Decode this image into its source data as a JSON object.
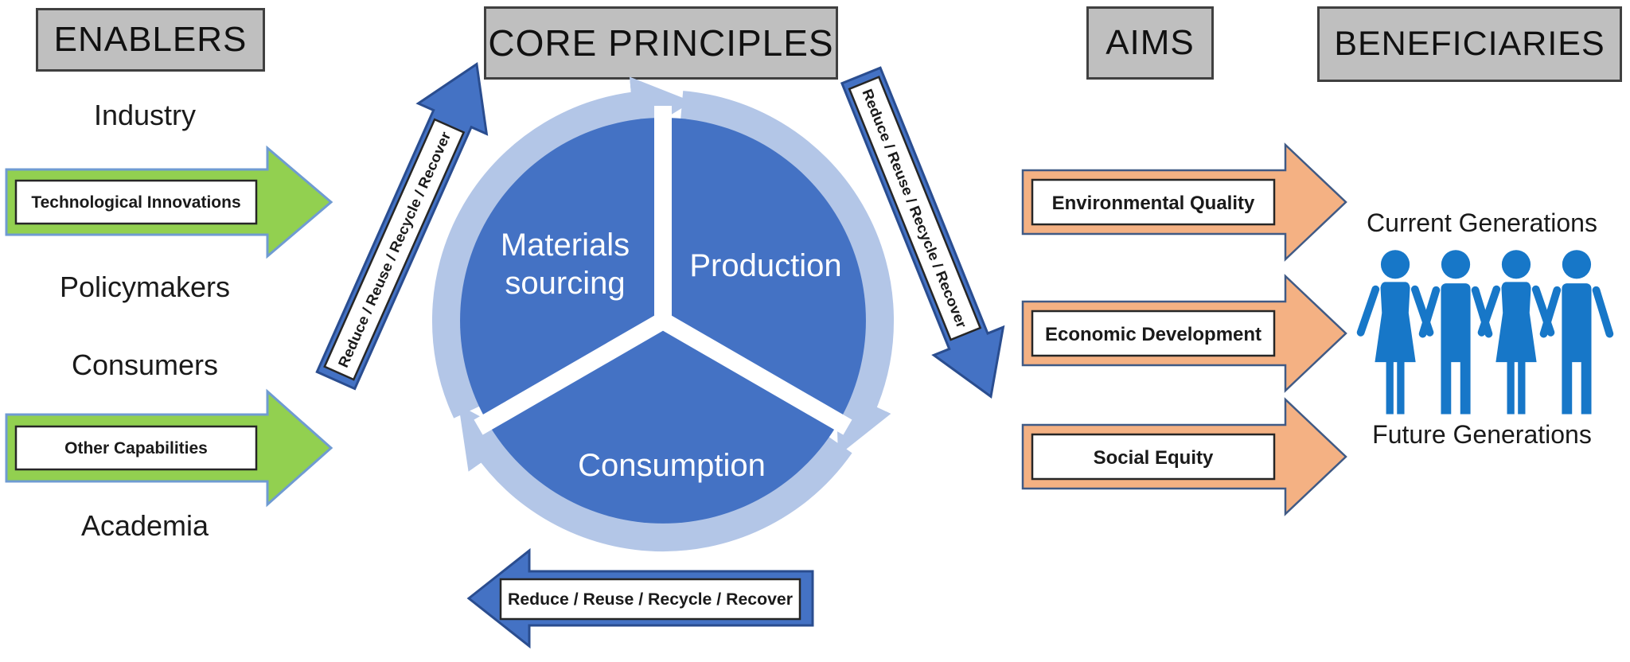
{
  "canvas": {
    "background": "#ffffff"
  },
  "colors": {
    "header_gray": "#bfbfbf",
    "header_border": "#404040",
    "cycle_blue": "#4472c4",
    "cycle_ring": "#b3c6e7",
    "blue_arrow_fill": "#4472c4",
    "blue_arrow_border": "#2a4d8f",
    "green_arrow_fill": "#92d050",
    "green_arrow_border": "#6f9bd2",
    "orange_arrow_fill": "#f4b183",
    "orange_arrow_border": "#405a85",
    "people_blue": "#1777c8",
    "label_box_border": "#262626"
  },
  "enablers": {
    "header": "ENABLERS",
    "items": [
      "Industry",
      "Policymakers",
      "Consumers",
      "Academia"
    ],
    "arrow_labels": [
      "Technological Innovations",
      "Other Capabilities"
    ]
  },
  "core": {
    "header": "CORE PRINCIPLES",
    "segments": [
      "Materials sourcing",
      "Production",
      "Consumption"
    ],
    "segment_lines": {
      "materials_1": "Materials",
      "materials_2": "sourcing"
    },
    "cycle_label": "Reduce / Reuse / Recycle / Recover"
  },
  "aims": {
    "header": "AIMS",
    "arrow_labels": [
      "Environmental Quality",
      "Economic Development",
      "Social Equity"
    ]
  },
  "beneficiaries": {
    "header": "BENEFICIARIES",
    "groups": [
      "Current Generations",
      "Future Generations"
    ],
    "people_count": 4
  }
}
